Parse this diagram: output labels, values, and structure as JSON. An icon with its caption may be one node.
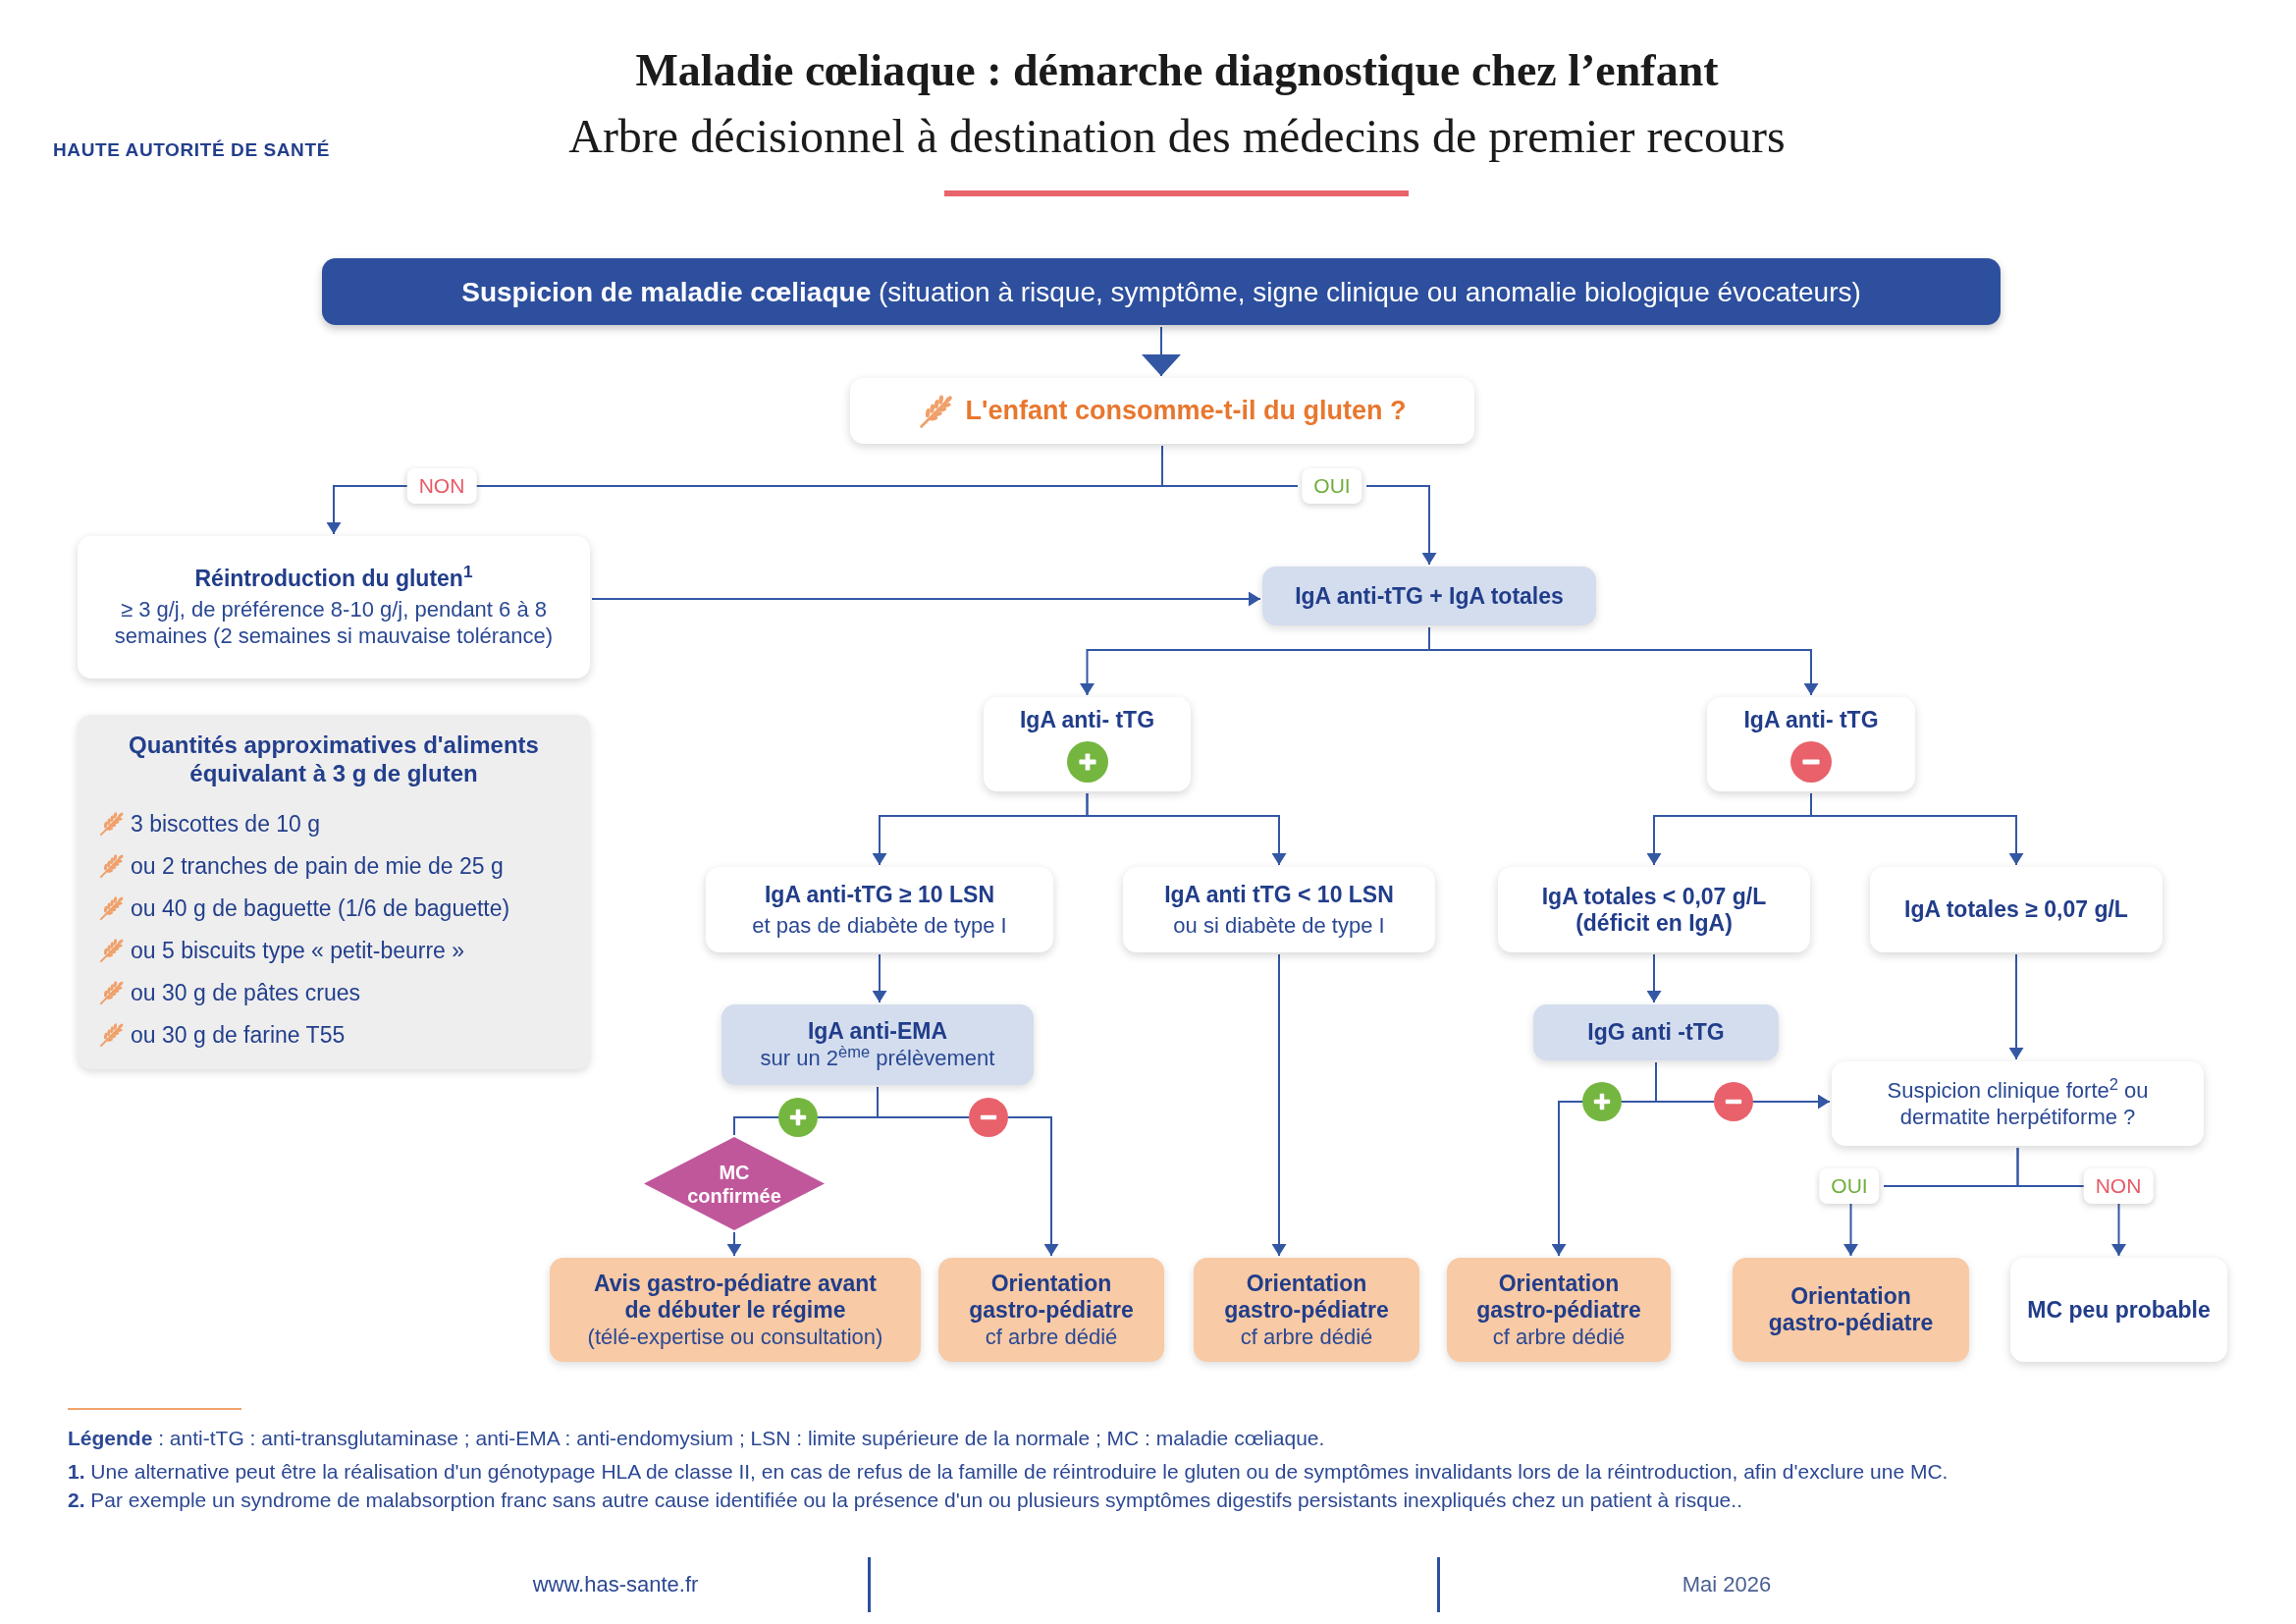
{
  "diagram": {
    "title": "Maladie cœliaque : démarche diagnostique chez l’enfant",
    "nodes": [
      {
        "text": [
          "**Suspicion de maladie cœliaque** (situation à risque, symptôme, signe clinique ou anomalie biologique évocateurs)"
        ]
      },
      {
        "text": [
          "L'enfant consomme-t-il du gluten ?"
        ]
      },
      {
        "text": [
          "Réintroduction du gluten$^{1}$",
          "≥ 3 g/j, de préférence 8-10 g/j, pendant 6 à 8 semaines (2 semaines si mauvaise tolérance)"
        ]
      },
      {
        "text": [
          "IgA anti-tTG + IgA totales"
        ]
      },
      {
        "text": [
          "Quantités approximatives d'aliments équivalant à 3 g de gluten",
          "3 biscottes de 10 g",
          "ou 2 tranches de pain de mie de 25 g",
          "ou 40 g de baguette (1/6 de baguette)",
          "ou 5 biscuits type « petit-beurre »",
          "ou 30 g de pâtes crues",
          "ou 30 g de farine T55"
        ]
      },
      {
        "text": [
          "IgA anti- tTG"
        ]
      },
      {
        "text": [
          "IgA anti- tTG"
        ]
      },
      {
        "text": [
          "IgA anti-tTG ≥ 10 LSN",
          "et pas de diabète de type I"
        ]
      },
      {
        "text": [
          "IgA anti tTG < 10 LSN",
          "ou si diabète de type I"
        ]
      },
      {
        "text": [
          "IgA totales < 0,07 g/L (déficit en IgA)"
        ]
      },
      {
        "text": [
          "IgA totales ≥ 0,07 g/L"
        ]
      },
      {
        "text": [
          "IgA anti-EMA",
          "sur un 2$^{ème}$ prélèvement"
        ]
      },
      {
        "text": [
          "IgG anti -tTG"
        ]
      },
      {
        "text": [
          "Suspicion clinique forte$^{2}$ ou dermatite herpétiforme ?"
        ]
      },
      {
        "text": [
          "MC confirmée"
        ]
      },
      {
        "text": [
          "Avis gastro-pédiatre avant de débuter le régime",
          "(télé-expertise ou consultation)"
        ]
      },
      {
        "text": [
          "Orientation gastro-pédiatre",
          "cf arbre dédié"
        ]
      },
      {
        "text": [
          "Orientation gastro-pédiatre",
          "cf arbre dédié"
        ]
      },
      {
        "text": [
          "Orientation gastro-pédiatre",
          "cf arbre dédié"
        ]
      },
      {
        "text": [
          "Orientation gastro-pédiatre"
        ]
      },
      {
        "text": [
          "MC peu probable"
        ]
      }
    ],
    "edges": [
      {
        "from": 0,
        "to": 1,
        "arrow": "to"
      },
      {
        "from": 1,
        "to": 2,
        "arrow": "to",
        "label": "NON"
      },
      {
        "from": 1,
        "to": 3,
        "arrow": "to",
        "label": "OUI"
      },
      {
        "from": 2,
        "to": 3,
        "arrow": "to"
      },
      {
        "from": 3,
        "to": 5,
        "arrow": "to"
      },
      {
        "from": 3,
        "to": 6,
        "arrow": "to"
      },
      {
        "from": 5,
        "to": 7,
        "arrow": "to"
      },
      {
        "from": 5,
        "to": 8,
        "arrow": "to"
      },
      {
        "from": 6,
        "to": 9,
        "arrow": "to"
      },
      {
        "from": 6,
        "to": 10,
        "arrow": "to"
      },
      {
        "from": 7,
        "to": 11,
        "arrow": "to"
      },
      {
        "from": 8,
        "to": 17,
        "arrow": "to"
      },
      {
        "from": 9,
        "to": 12,
        "arrow": "to"
      },
      {
        "from": 10,
        "to": 13,
        "arrow": "to"
      },
      {
        "from": 11,
        "to": 14,
        "arrow": "none"
      },
      {
        "from": 11,
        "to": 16,
        "arrow": "to"
      },
      {
        "from": 14,
        "to": 15,
        "arrow": "to"
      },
      {
        "from": 12,
        "to": 18,
        "arrow": "to"
      },
      {
        "from": 12,
        "to": 13,
        "arrow": "to"
      },
      {
        "from": 13,
        "to": 19,
        "arrow": "to",
        "label": "OUI"
      },
      {
        "from": 13,
        "to": 20,
        "arrow": "to",
        "label": "NON"
      }
    ],
    "labels": [
      "HAUTE AUTORITÉ DE SANTÉ",
      "Arbre décisionnel à destination des médecins de premier recours",
      "**Légende** : anti-tTG : anti-transglutaminase ; anti-EMA : anti-endomysium ; LSN : limite supérieure de la normale ; MC : maladie cœliaque.",
      "**1.** Une alternative peut être la réalisation d'un génotypage HLA de classe II, en cas de refus de la famille de réintroduire le gluten ou de symptômes invalidants lors de la réintroduction, afin d'exclure une MC.",
      "**2.** Par exemple un syndrome de malabsorption franc sans autre cause identifiée ou la présence d'un ou plusieurs symptômes digestifs persistants inexpliqués chez un patient à risque..",
      "www.has-sante.fr",
      "Mai 2026"
    ]
  }
}
